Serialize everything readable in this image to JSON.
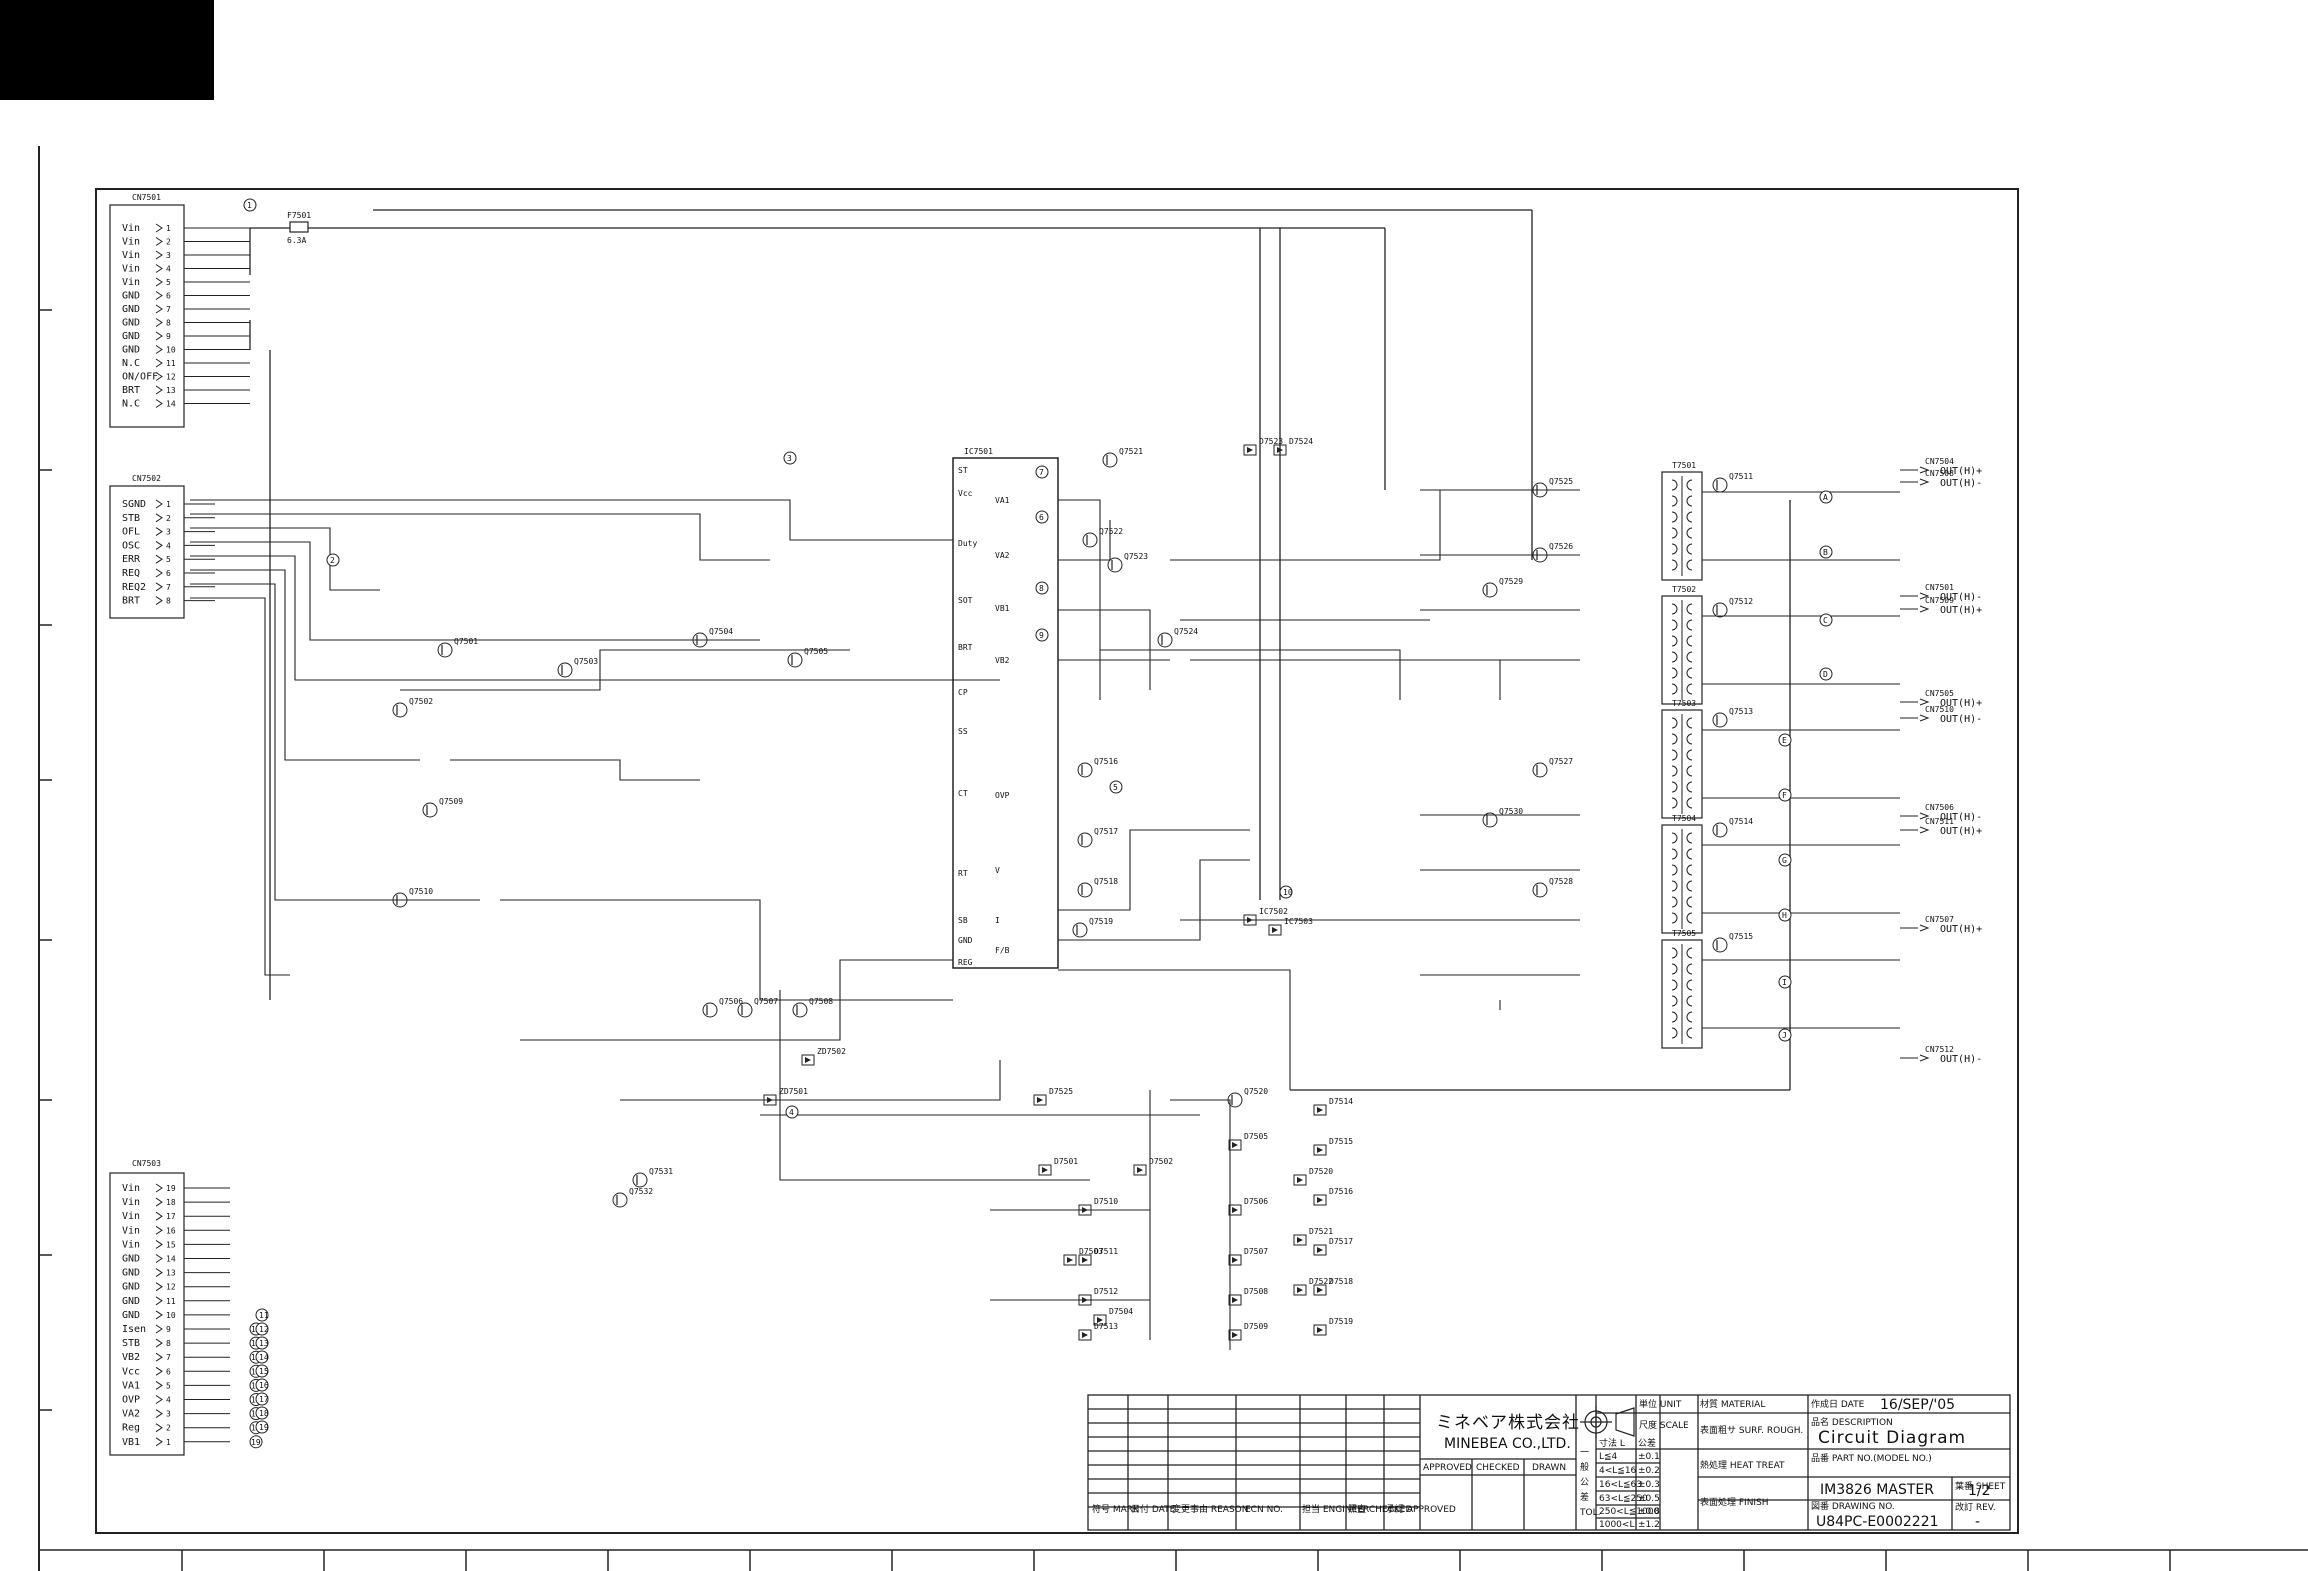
{
  "connectors": {
    "cn7501": {
      "title": "CN7501",
      "pins": [
        "Vin",
        "Vin",
        "Vin",
        "Vin",
        "Vin",
        "GND",
        "GND",
        "GND",
        "GND",
        "GND",
        "N.C",
        "ON/OFF",
        "BRT",
        "N.C"
      ],
      "numbers": [
        "1",
        "2",
        "3",
        "4",
        "5",
        "6",
        "7",
        "8",
        "9",
        "10",
        "11",
        "12",
        "13",
        "14"
      ]
    },
    "cn7502": {
      "title": "CN7502",
      "pins": [
        "SGND",
        "STB",
        "OFL",
        "OSC",
        "ERR",
        "REQ",
        "REQ2",
        "BRT"
      ],
      "numbers": [
        "1",
        "2",
        "3",
        "4",
        "5",
        "6",
        "7",
        "8"
      ]
    },
    "cn7503": {
      "title": "CN7503",
      "pins": [
        "Vin",
        "Vin",
        "Vin",
        "Vin",
        "Vin",
        "GND",
        "GND",
        "GND",
        "GND",
        "GND",
        "Isen",
        "STB",
        "VB2",
        "Vcc",
        "VA1",
        "OVP",
        "VA2",
        "Reg",
        "VB1"
      ],
      "numbers": [
        "19",
        "18",
        "17",
        "16",
        "15",
        "14",
        "13",
        "12",
        "11",
        "10",
        "9",
        "8",
        "7",
        "6",
        "5",
        "4",
        "3",
        "2",
        "1"
      ],
      "refs": [
        "11",
        "12",
        "13",
        "14",
        "15",
        "16",
        "17",
        "18",
        "19"
      ]
    }
  },
  "outputs": {
    "ids": [
      "CN7504",
      "CN7501",
      "CN7505",
      "CN7506",
      "CN7507",
      "CN7508",
      "CN7509",
      "CN7510",
      "CN7511",
      "CN7512"
    ],
    "labels": [
      "OUT(H)+",
      "OUT(H)-",
      "OUT(H)+",
      "OUT(H)-",
      "OUT(H)+",
      "OUT(H)-",
      "OUT(H)+",
      "OUT(H)-",
      "OUT(H)+",
      "OUT(H)-"
    ]
  },
  "transformers": [
    "T7501",
    "T7502",
    "T7503",
    "T7504",
    "T7505"
  ],
  "fuse": {
    "ref": "F7501",
    "value": "6.3A"
  },
  "ic": {
    "ref": "IC7501",
    "pins": [
      "ST",
      "Vcc",
      "Duty",
      "SOT",
      "BRT",
      "CP",
      "SS",
      "CT",
      "RT",
      "SB",
      "GND",
      "REG"
    ],
    "right_pins": [
      "VA1",
      "VA2",
      "VB1",
      "VB2",
      "OVP",
      "V",
      "I",
      "F/B"
    ]
  },
  "components": [
    "Q7501",
    "Q7502",
    "Q7503",
    "Q7504",
    "Q7505",
    "Q7506",
    "Q7507",
    "Q7508",
    "Q7509",
    "Q7510",
    "Q7511",
    "Q7512",
    "Q7513",
    "Q7514",
    "Q7515",
    "Q7516",
    "Q7517",
    "Q7518",
    "Q7519",
    "Q7520",
    "Q7521",
    "Q7522",
    "Q7523",
    "Q7524",
    "Q7525",
    "Q7526",
    "Q7527",
    "Q7528",
    "Q7529",
    "Q7530",
    "Q7531",
    "Q7532",
    "D7501",
    "D7502",
    "D7503",
    "D7504",
    "D7505",
    "D7506",
    "D7507",
    "D7508",
    "D7509",
    "D7510",
    "D7511",
    "D7512",
    "D7513",
    "D7514",
    "D7515",
    "D7516",
    "D7517",
    "D7518",
    "D7519",
    "D7520",
    "D7521",
    "D7522",
    "D7523",
    "D7524",
    "D7525",
    "ZD7501",
    "ZD7502",
    "IC7502",
    "IC7503"
  ],
  "circle_refs": [
    "1",
    "2",
    "3",
    "4",
    "5",
    "6",
    "7",
    "8",
    "9",
    "10",
    "11",
    "12",
    "13",
    "14",
    "15",
    "16",
    "17",
    "18",
    "19",
    "A",
    "B",
    "C",
    "D",
    "E",
    "F",
    "G",
    "H",
    "I",
    "J"
  ],
  "title_block": {
    "company_jp": "ミネベア株式会社",
    "company_en": "MINEBEA CO.,LTD.",
    "approved": "APPROVED",
    "checked": "CHECKED",
    "drawn": "DRAWN",
    "date_label": "作成日 DATE",
    "date_value": "16/SEP/'05",
    "description_label": "品名 DESCRIPTION",
    "description_value": "Circuit Diagram",
    "part_no_label": "品番 PART NO.(MODEL NO.)",
    "part_no_value": "IM3826 MASTER",
    "sheet_label": "葉番 SHEET",
    "sheet_value": "1/2",
    "drawing_no_label": "図番 DRAWING NO.",
    "drawing_no_value": "U84PC-E0002221",
    "rev_label": "改訂 REV.",
    "rev_value": "-",
    "unit_label": "単位 UNIT",
    "scale_label": "尺度 SCALE",
    "material_label": "材質 MATERIAL",
    "surf_label": "表面粗サ SURF. ROUGH.",
    "heat_label": "熱処理 HEAT TREAT",
    "finish_label": "表面処理 FINISH",
    "mark_label": "符号 MARK",
    "date_col_label": "日付 DATE",
    "reason_label": "変更事由 REASON",
    "ecn_label": "ECN NO.",
    "engineer_label": "担当 ENGINEER",
    "checked_col_label": "照査 CHECKED",
    "approved_col_label": "承認 APPROVED",
    "tolerance_rows": [
      "寸法 L",
      "L≦4",
      "4<L≦16",
      "16<L≦63",
      "63<L≦250",
      "250<L≦1000",
      "1000<L"
    ],
    "tolerance_vals": [
      "公差",
      "±0.1",
      "±0.2",
      "±0.3",
      "±0.5",
      "±0.8",
      "±1.2"
    ],
    "tol_side": [
      "一",
      "般",
      "公",
      "差",
      "TOL."
    ]
  }
}
